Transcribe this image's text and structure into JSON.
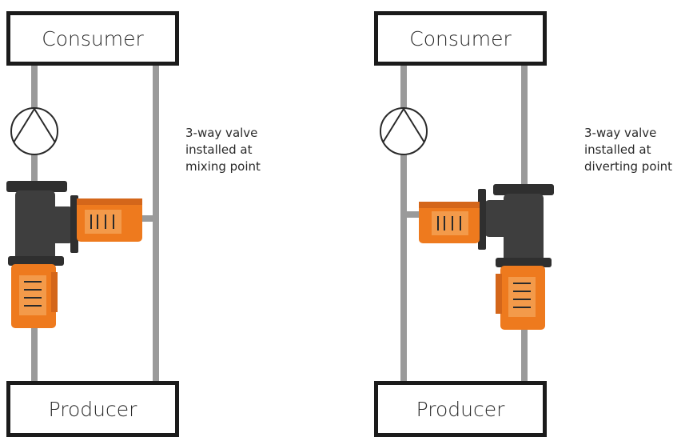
{
  "diagrams": [
    {
      "consumer_label": "Consumer",
      "producer_label": "Producer",
      "note": "3-way valve\ninstalled at\nmixing point",
      "pump_icon": "circulation-pump-icon",
      "valve_icon": "three-way-valve-with-actuator-icon"
    },
    {
      "consumer_label": "Consumer",
      "producer_label": "Producer",
      "note": "3-way valve\ninstalled at\ndiverting point",
      "pump_icon": "circulation-pump-icon",
      "valve_icon": "three-way-valve-with-actuator-icon"
    }
  ],
  "colors": {
    "pipe": "#9a9a9a",
    "box_border": "#1b1b1b",
    "valve_body": "#3a3a3a",
    "actuator": "#ee7a1e"
  }
}
